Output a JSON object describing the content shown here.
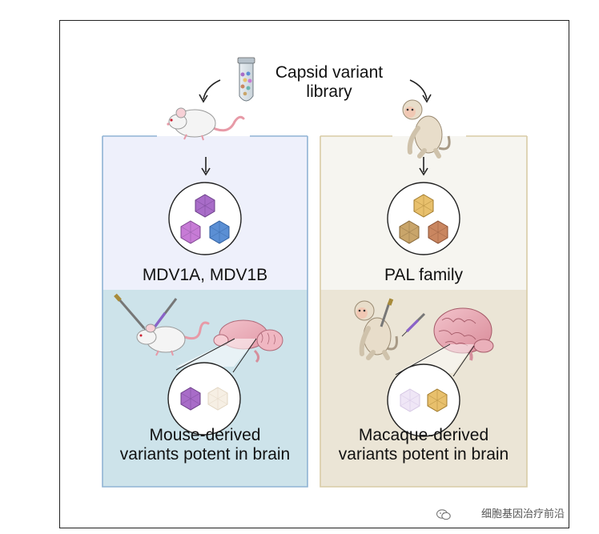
{
  "library": {
    "title_line1": "Capsid variant",
    "title_line2": "library"
  },
  "mouse_panel": {
    "top_caption": "MDV1A, MDV1B",
    "bottom_line1": "Mouse-derived",
    "bottom_line2": "variants potent in brain"
  },
  "macaque_panel": {
    "top_caption": "PAL family",
    "bottom_line1": "Macaque-derived",
    "bottom_line2": "variants potent in brain"
  },
  "watermark": {
    "text": "细胞基因治疗前沿",
    "icon": "wechat-icon"
  },
  "colors": {
    "mouse_top_bg": "#eef0fb",
    "mouse_bottom_bg": "#cde3ea",
    "macaque_top_bg": "#f6f5f0",
    "macaque_bottom_bg": "#ebe5d6",
    "mouse_border": "#8fb3d4",
    "macaque_border": "#d8cba6",
    "capsid_purple": "#a86cc8",
    "capsid_magenta": "#c77bd6",
    "capsid_blue": "#5b8fd4",
    "capsid_yellow": "#e8c06c",
    "capsid_tan": "#c9a56a",
    "capsid_brown": "#c98660",
    "brain_pink": "#e8a9b4"
  }
}
